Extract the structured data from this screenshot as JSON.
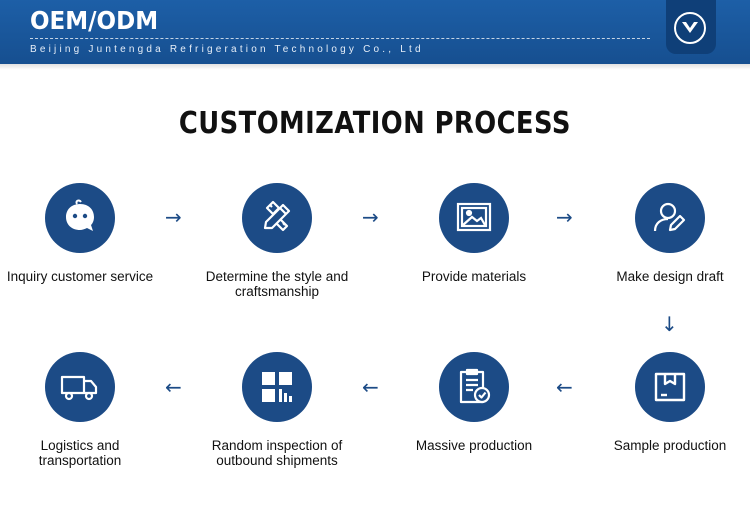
{
  "header": {
    "title": "OEM/ODM",
    "subtitle": "Beijing Juntengda Refrigeration Technology Co., Ltd"
  },
  "heading": "CUSTOMIZATION PROCESS",
  "steps": [
    {
      "label": "Inquiry customer service",
      "icon": "chat-bubble-icon"
    },
    {
      "label": "Determine the style and craftsmanship",
      "icon": "pencil-ruler-icon"
    },
    {
      "label": "Provide materials",
      "icon": "image-icon"
    },
    {
      "label": "Make design draft",
      "icon": "user-edit-icon"
    },
    {
      "label": "Sample production",
      "icon": "box-icon"
    },
    {
      "label": "Massive production",
      "icon": "clipboard-check-icon"
    },
    {
      "label": "Random inspection of outbound shipments",
      "icon": "inspection-grid-icon"
    },
    {
      "label": "Logistics and transportation",
      "icon": "truck-icon"
    }
  ],
  "colors": {
    "banner": "#1d5fa7",
    "circle": "#1c4b86",
    "badge": "#0f3f78"
  }
}
